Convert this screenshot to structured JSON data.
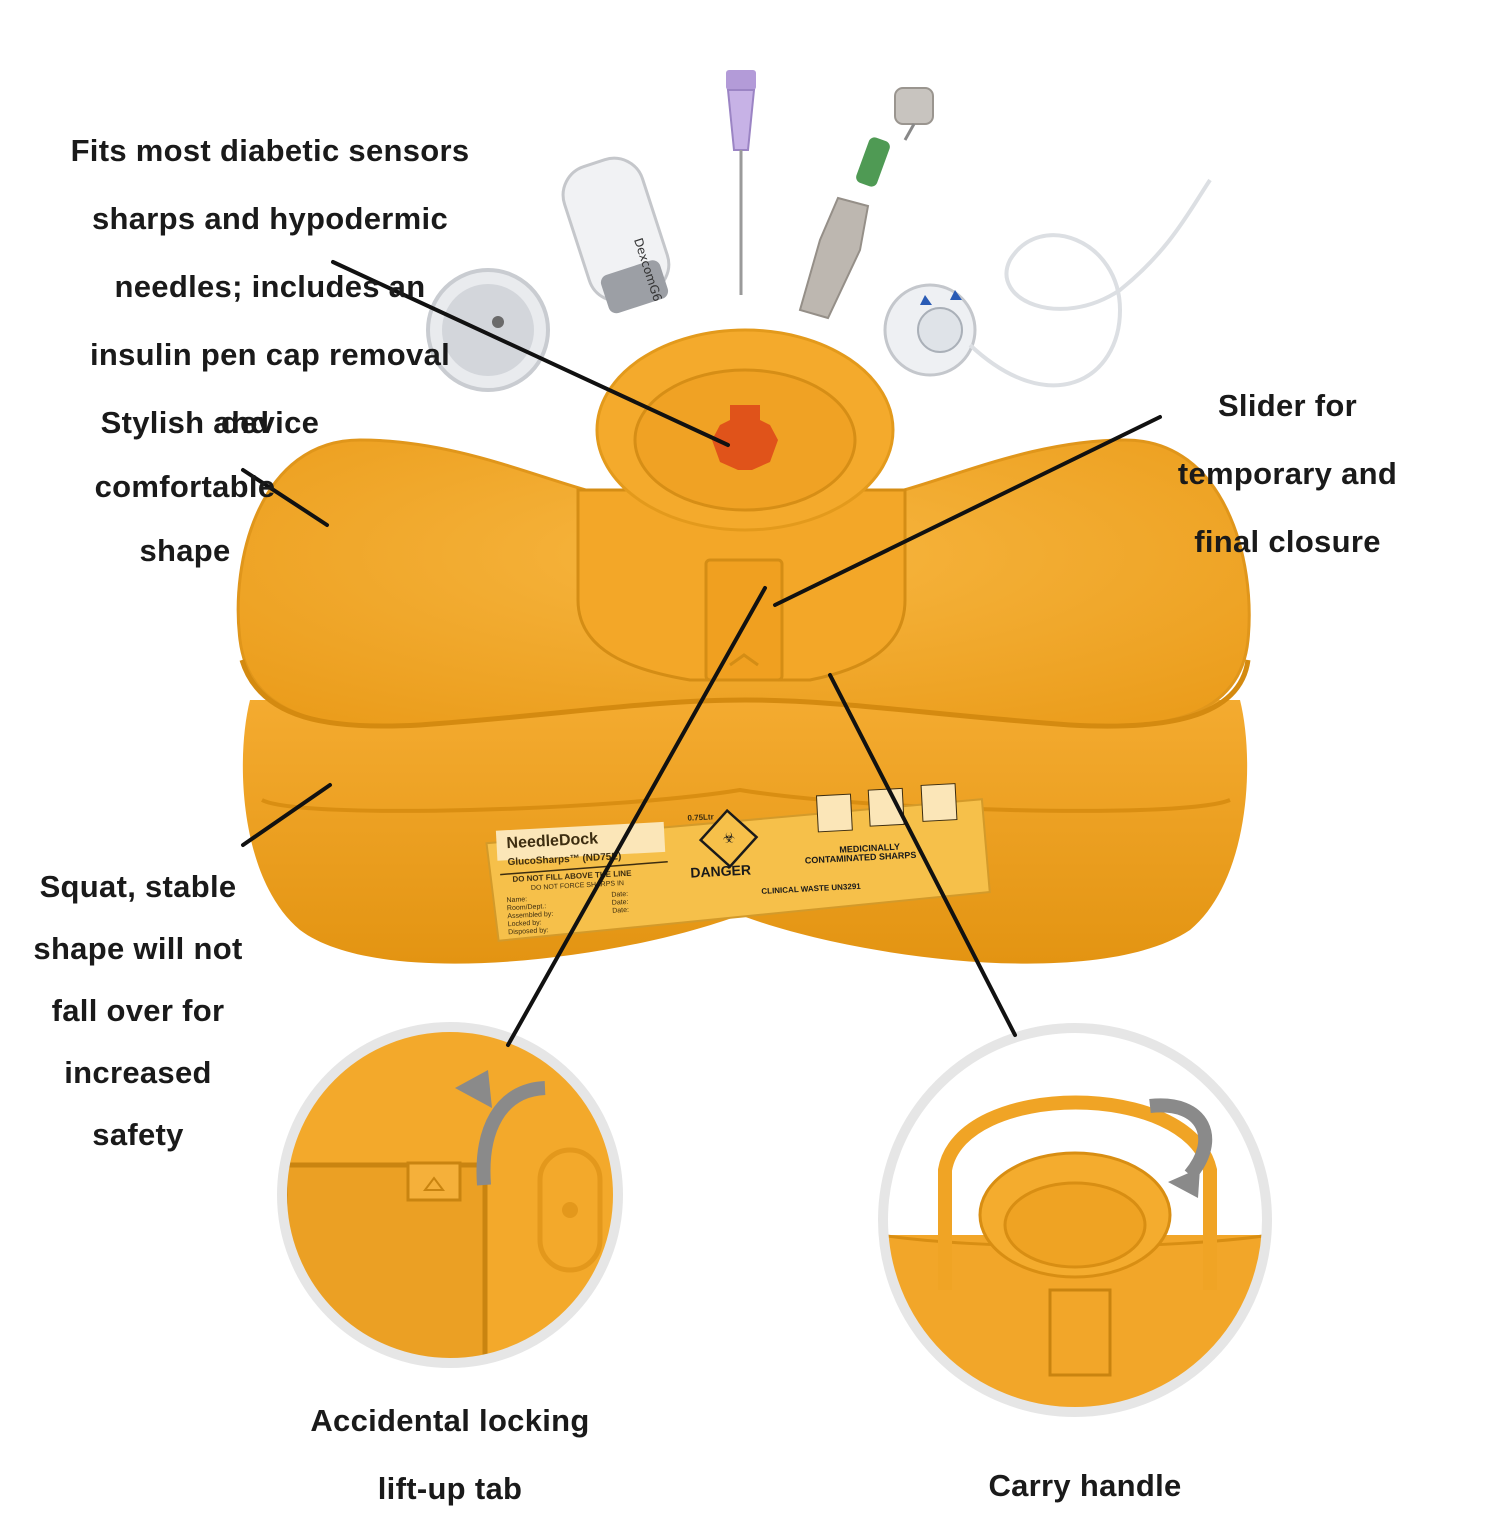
{
  "callouts": {
    "fits": {
      "lines": [
        "Fits most diabetic sensors",
        "sharps and hypodermic",
        "needles; includes an",
        "insulin pen cap removal",
        "device"
      ]
    },
    "stylish": {
      "lines": [
        "Stylish and",
        "comfortable",
        "shape"
      ]
    },
    "slider": {
      "lines": [
        "Slider for",
        "temporary and",
        "final closure"
      ]
    },
    "squat": {
      "lines": [
        "Squat, stable",
        "shape will not",
        "fall over for",
        "increased",
        "safety"
      ]
    },
    "locking": {
      "lines": [
        "Accidental locking",
        "lift-up tab"
      ]
    },
    "handle": {
      "lines": [
        "Carry handle"
      ]
    }
  },
  "product_label": {
    "brand": "NeedleDock",
    "model": "GlucoSharps™ (ND75E)",
    "warning_line1": "DO NOT FILL ABOVE THE LINE",
    "warning_line2": "DO NOT FORCE SHARPS IN",
    "capacity": "0.75Ltr",
    "danger": "DANGER",
    "contents_line1": "MEDICINALLY",
    "contents_line2": "CONTAMINATED SHARPS",
    "fields": [
      "Name:",
      "Room/Dept.:",
      "Assembled by:",
      "Locked by:",
      "Disposed by:"
    ],
    "date_label": "Date:",
    "clinical": "CLINICAL WASTE UN3291",
    "sensor_brand": "DexcomG6"
  },
  "colors": {
    "container": "#f4a92a",
    "container_shadow": "#d98e12",
    "container_highlight": "#f9c154",
    "line": "#111111",
    "arrow_grey": "#8a8a8a"
  }
}
